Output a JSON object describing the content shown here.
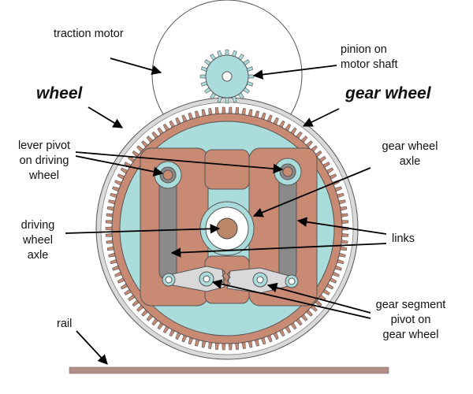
{
  "labels": {
    "traction_motor": "traction motor",
    "pinion_line1": "pinion on",
    "pinion_line2": "motor shaft",
    "wheel": "wheel",
    "gear_wheel": "gear wheel",
    "lever_pivot_line1": "lever pivot",
    "lever_pivot_line2": "on driving",
    "lever_pivot_line3": "wheel",
    "gear_axle_line1": "gear wheel",
    "gear_axle_line2": "axle",
    "driving_axle_line1": "driving",
    "driving_axle_line2": "wheel",
    "driving_axle_line3": "axle",
    "links": "links",
    "rail": "rail",
    "segment_line1": "gear segment",
    "segment_line2": "pivot on",
    "segment_line3": "gear wheel"
  },
  "colors": {
    "outline": "#555555",
    "motor_fill": "#ffffff",
    "pinion": "#a9dcda",
    "wheel_rim": "#d9d9d9",
    "gear_ring": "#c98a73",
    "gear_body": "#a9dcda",
    "window": "#c98a73",
    "link": "#8a8a8a",
    "rail": "#b38c86",
    "arrow": "#000000"
  }
}
